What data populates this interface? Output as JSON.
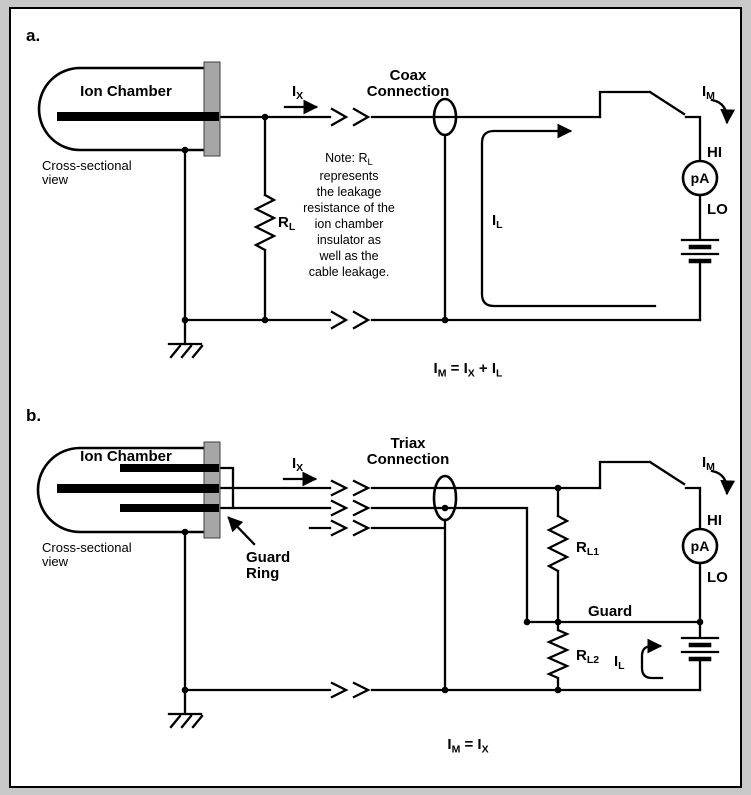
{
  "colors": {
    "background": "#c8c8c8",
    "panel": "#ffffff",
    "line": "#000000",
    "insulator": "#a6a6a6"
  },
  "panel_a": {
    "label": "a.",
    "chamber": "Ion Chamber",
    "view_line1": "Cross-sectional",
    "view_line2": "view",
    "ix_main": "I",
    "ix_sub": "X",
    "conn_line1": "Coax",
    "conn_line2": "Connection",
    "rl_main": "R",
    "rl_sub": "L",
    "il_main": "I",
    "il_sub": "L",
    "im_main": "I",
    "im_sub": "M",
    "hi": "HI",
    "lo": "LO",
    "meter": "pA",
    "note": {
      "line1_main": "Note: R",
      "line1_sub": "L",
      "lines": [
        "represents",
        "the leakage",
        "resistance of the",
        "ion chamber",
        "insulator as",
        "well as the",
        "cable leakage."
      ]
    },
    "equation": {
      "t1": "I",
      "s1": "M",
      "t2": " = I",
      "s2": "X",
      "t3": " + I",
      "s3": "L"
    }
  },
  "panel_b": {
    "label": "b.",
    "chamber": "Ion Chamber",
    "view_line1": "Cross-sectional",
    "view_line2": "view",
    "guard_ring_line1": "Guard",
    "guard_ring_line2": "Ring",
    "ix_main": "I",
    "ix_sub": "X",
    "conn_line1": "Triax",
    "conn_line2": "Connection",
    "rl1_main": "R",
    "rl1_sub": "L1",
    "rl2_main": "R",
    "rl2_sub": "L2",
    "il_main": "I",
    "il_sub": "L",
    "im_main": "I",
    "im_sub": "M",
    "guard": "Guard",
    "hi": "HI",
    "lo": "LO",
    "meter": "pA",
    "equation": {
      "t1": "I",
      "s1": "M",
      "t2": " = I",
      "s2": "X"
    }
  }
}
